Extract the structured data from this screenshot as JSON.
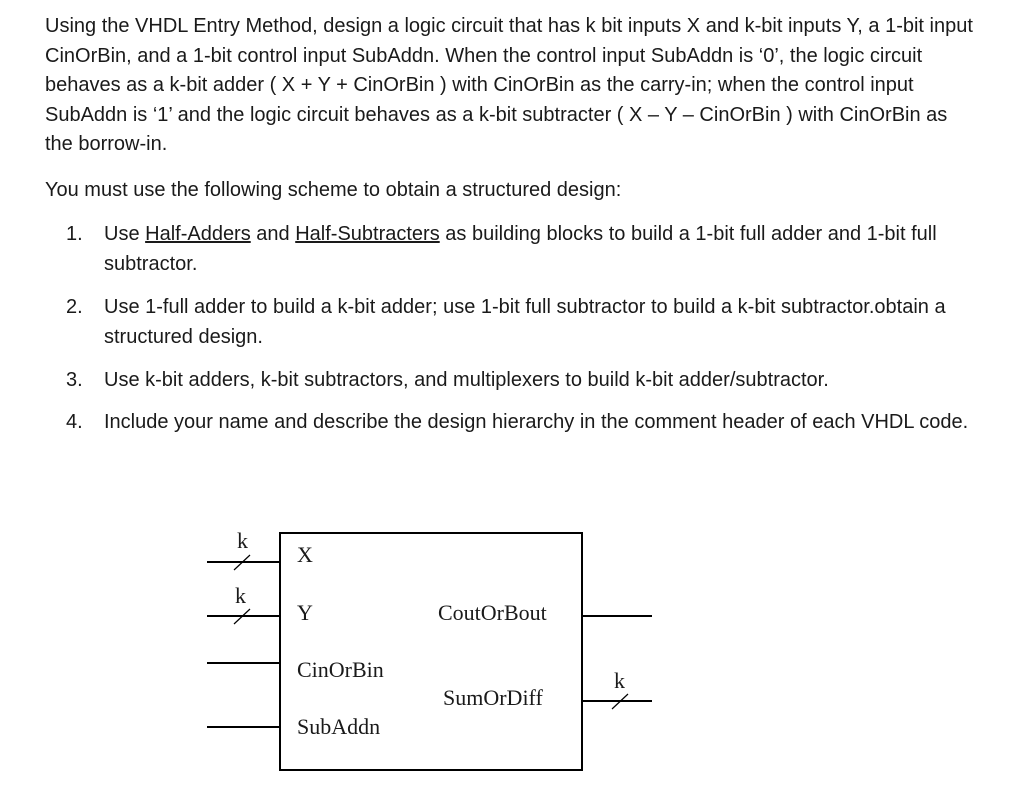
{
  "intro": "Using the VHDL Entry Method, design a logic circuit that has k bit inputs X and k-bit inputs Y, a 1-bit input CinOrBin, and a 1-bit control input SubAddn. When the control input SubAddn is ‘0’, the logic circuit behaves as a k-bit adder ( X + Y + CinOrBin ) with CinOrBin as the carry-in; when the control input SubAddn is ‘1’ and the logic circuit behaves as a k-bit subtracter ( X – Y – CinOrBin ) with CinOrBin as the borrow-in.",
  "scheme_title": "You must use the following scheme to obtain a structured design:",
  "steps": [
    {
      "number": "1.",
      "pre": "Use ",
      "link1": "Half-Adders",
      "mid": " and ",
      "link2": "Half-Subtracters",
      "post": " as building blocks to build a 1-bit full adder and 1-bit full subtractor."
    },
    {
      "number": "2.",
      "text": "Use 1-full adder to build a k-bit adder; use 1-bit full subtractor to build a k-bit subtractor.obtain a structured design."
    },
    {
      "number": "3.",
      "text": "Use k-bit adders, k-bit subtractors, and multiplexers to build k-bit adder/subtractor."
    },
    {
      "number": "4.",
      "text": "Include your name and describe the design hierarchy in the comment header of each VHDL code."
    }
  ],
  "diagram": {
    "inputs": {
      "x": "X",
      "y": "Y",
      "cin": "CinOrBin",
      "sub": "SubAddn"
    },
    "outputs": {
      "cout": "CoutOrBout",
      "sum": "SumOrDiff"
    },
    "bus_width_x": "k",
    "bus_width_y": "k",
    "bus_width_sum": "k"
  }
}
